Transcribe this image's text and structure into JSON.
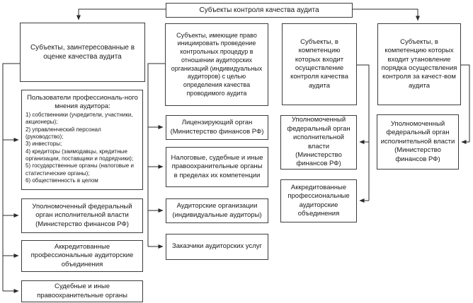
{
  "diagram": {
    "title": "Субъекты контроля качества аудита",
    "col1": {
      "header": "Субъекты, заинтересованные в оценке качества аудита",
      "users": {
        "title": "Пользователи профессиональ-ного мнения аудитора:",
        "items": [
          "1) собственники (учредители, участники, акционеры);",
          "2) управленческий персонал (руководство);",
          "3) инвесторы;",
          "4) кредиторы (заимодавцы, кредитные организации, поставщики и подрядчики);",
          "5) государственные органы (налоговые и статистические органы);",
          "6) общественность в целом"
        ]
      },
      "boxes": [
        "Уполномоченный федеральный орган исполнительной власти (Министерство финансов РФ)",
        "Аккредитованные профессиональные аудиторские объединения",
        "Судебные и иные правоохранительные органы"
      ]
    },
    "col2": {
      "header": "Субъекты, имеющие право инициировать проведение контрольных процедур в отношении аудиторских организаций (индивидуальных аудиторов) с целью определения качества проводимого аудита",
      "boxes": [
        "Лицензирующий орган (Министерство финансов РФ)",
        "Налоговые, судебные и иные правоохранительные органы в пределах их компетенции",
        "Аудиторские организации (индивидуальные аудиторы)",
        "Заказчики аудиторских услуг"
      ]
    },
    "col3": {
      "header": "Субъекты, в компетенцию которых входит осуществление контроля качества аудита",
      "boxes": [
        "Уполномоченный федеральный орган исполнительной власти (Министерство финансов РФ)",
        "Аккредитованные профессиональные аудиторские объединения"
      ]
    },
    "col4": {
      "header": "Субъекты, в компетенцию которых входит утановление порядка осуществления контроля за качест-вом аудита",
      "boxes": [
        "Уполномоченный федеральный орган исполнительной власти (Министерство финансов РФ)"
      ]
    },
    "colors": {
      "line": "#2b2b2b",
      "border": "#3c3c3c",
      "background": "#ffffff"
    }
  }
}
